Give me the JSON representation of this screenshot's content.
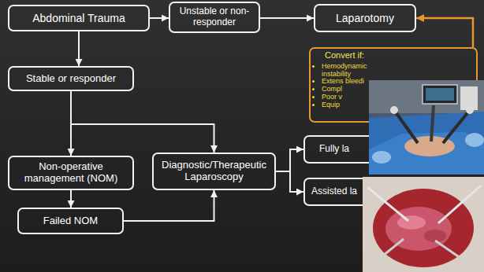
{
  "diagram": {
    "nodes": [
      {
        "text": [
          "Abdominal Trauma"
        ]
      },
      {
        "text": [
          "Unstable or non-responder"
        ]
      },
      {
        "text": [
          "Laparotomy"
        ]
      },
      {
        "text": [
          "Stable or responder"
        ]
      },
      {
        "text": [
          "Convert if:",
          "Hemodynamic instability",
          "Extens bleedi",
          "Compl",
          "Poor v",
          "Equip"
        ]
      },
      {
        "text": [
          "Fully la"
        ]
      },
      {
        "text": [
          "Non-operative management (NOM)"
        ]
      },
      {
        "text": [
          "Diagnostic/Therapeutic Laparoscopy"
        ]
      },
      {
        "text": [
          "Assisted la"
        ]
      },
      {
        "text": [
          "Failed NOM"
        ]
      }
    ],
    "edges": [
      {
        "from": 0,
        "to": 1,
        "arrow": "to"
      },
      {
        "from": 1,
        "to": 2,
        "arrow": "to"
      },
      {
        "from": 0,
        "to": 3,
        "arrow": "to"
      },
      {
        "from": 3,
        "to": 6,
        "arrow": "to"
      },
      {
        "from": 3,
        "to": 7,
        "arrow": "to"
      },
      {
        "from": 6,
        "to": 9,
        "arrow": "to"
      },
      {
        "from": 9,
        "to": 7,
        "arrow": "to"
      },
      {
        "from": 7,
        "to": 5,
        "arrow": "to"
      },
      {
        "from": 7,
        "to": 8,
        "arrow": "to"
      },
      {
        "from": 4,
        "to": 2,
        "arrow": "to"
      }
    ]
  }
}
